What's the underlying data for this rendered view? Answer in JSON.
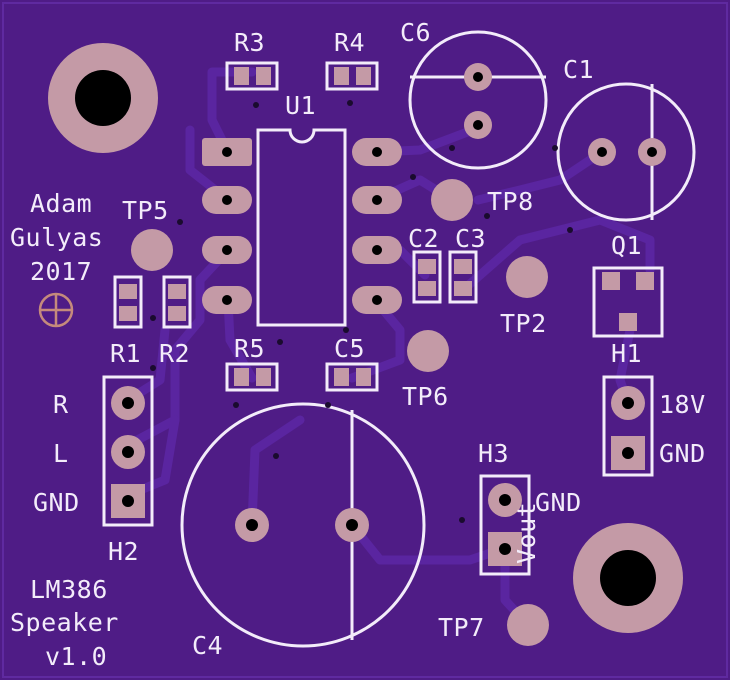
{
  "colors": {
    "board": "#4f1c86",
    "board_edge": "#5f2aa0",
    "trace": "#5a25a0",
    "silkscreen": "#f3ecfa",
    "pad_copper": "#c49aa6",
    "via": "#1a0b2e",
    "hole": "#000000"
  },
  "author": {
    "line1": "Adam",
    "line2": "Gulyas",
    "year": "2017"
  },
  "title": {
    "line1": "LM386",
    "line2": "Speaker",
    "version": "v1.0"
  },
  "components": {
    "r3": "R3",
    "r4": "R4",
    "r1": "R1",
    "r2": "R2",
    "r5": "R5",
    "u1": "U1",
    "c1": "C1",
    "c2": "C2",
    "c3": "C3",
    "c4": "C4",
    "c5": "C5",
    "c6": "C6",
    "q1": "Q1",
    "h1": "H1",
    "h2": "H2",
    "h3": "H3"
  },
  "test_points": {
    "tp2": "TP2",
    "tp5": "TP5",
    "tp6": "TP6",
    "tp7": "TP7",
    "tp8": "TP8"
  },
  "header_labels": {
    "h2_r": "R",
    "h2_l": "L",
    "h2_gnd": "GND",
    "h1_power": "18V",
    "h1_gnd": "GND",
    "h3_gnd": "GND",
    "h3_vout": "Vout"
  }
}
